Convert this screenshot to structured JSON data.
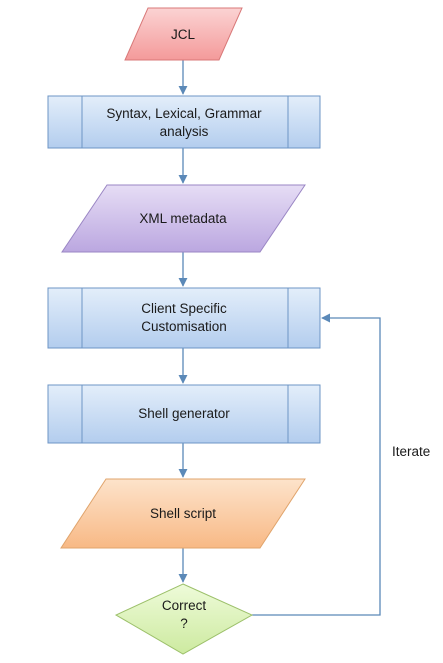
{
  "diagram": {
    "nodes": {
      "jcl": "JCL",
      "analysis_line1": "Syntax, Lexical, Grammar",
      "analysis_line2": "analysis",
      "xml": "XML metadata",
      "custom_line1": "Client Specific",
      "custom_line2": "Customisation",
      "shellgen": "Shell generator",
      "shellscript": "Shell script",
      "decision_line1": "Correct",
      "decision_line2": "?"
    },
    "loop_label": "Iterate",
    "colors": {
      "jcl_fill": "#f7a8a8",
      "jcl_stroke": "#d87878",
      "process_fill": "#bdd4f0",
      "process_stroke": "#6d95c5",
      "xml_fill": "#c9b8e6",
      "xml_stroke": "#9a86c4",
      "shellscript_fill": "#fbc79a",
      "shellscript_stroke": "#e0a46c",
      "decision_fill": "#d7f0b0",
      "decision_stroke": "#9cc06a",
      "connector": "#5b89b8"
    }
  }
}
